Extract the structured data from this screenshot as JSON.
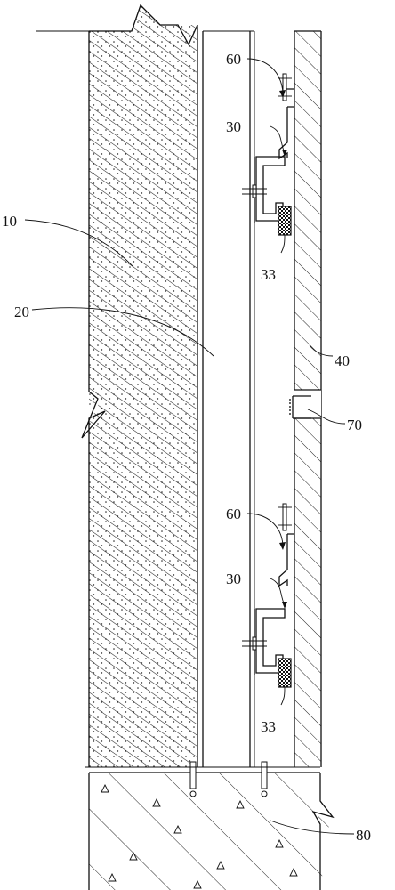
{
  "labels": {
    "wall": "10",
    "insulation": "20",
    "bracket_top": "30",
    "bracket_bottom": "30",
    "pad_top": "33",
    "pad_bottom": "33",
    "panel": "40",
    "clip_top": "60",
    "clip_bottom": "60",
    "joint": "70",
    "ground": "80"
  }
}
